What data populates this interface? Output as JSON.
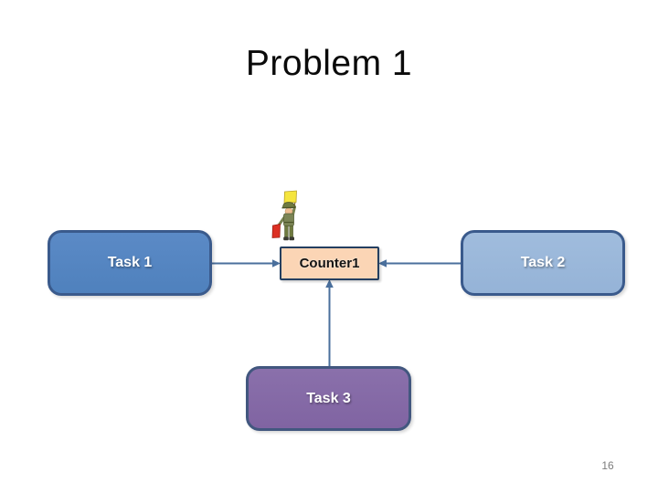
{
  "slide": {
    "title": "Problem 1",
    "page_number": "16",
    "background_color": "#FFFFFF"
  },
  "diagram": {
    "nodes": [
      {
        "id": "task1",
        "label": "Task 1",
        "shape": "rounded-rect",
        "fill": "#4F81BD",
        "border_color": "#3A5A8C",
        "text_color": "#FFFFFF"
      },
      {
        "id": "counter1",
        "label": "Counter1",
        "shape": "rect",
        "fill": "#FBD5B5",
        "border_color": "#243F60",
        "text_color": "#141414"
      },
      {
        "id": "task2",
        "label": "Task 2",
        "shape": "rounded-rect",
        "fill": "#95B3D7",
        "border_color": "#3A5A8C",
        "text_color": "#FFFFFF"
      },
      {
        "id": "task3",
        "label": "Task 3",
        "shape": "rounded-rect",
        "fill": "#8064A2",
        "border_color": "#42577F",
        "text_color": "#FFFFFF"
      }
    ],
    "connectors": [
      {
        "from": "task1",
        "to": "counter1",
        "direction": "arrow-into-counter1",
        "color": "#4A6F9C"
      },
      {
        "from": "task2",
        "to": "counter1",
        "direction": "arrow-into-counter1",
        "color": "#4A6F9C"
      },
      {
        "from": "task3",
        "to": "counter1",
        "direction": "arrow-into-counter1",
        "color": "#4A6F9C"
      }
    ],
    "icon": {
      "name": "soldier-signal-flags-icon",
      "description": "soldier clipart holding a yellow flag raised and a red flag lowered, standing on Counter1",
      "flag_up_color": "#F5E53E",
      "flag_down_color": "#DC3023",
      "uniform_color": "#7B8455"
    }
  }
}
